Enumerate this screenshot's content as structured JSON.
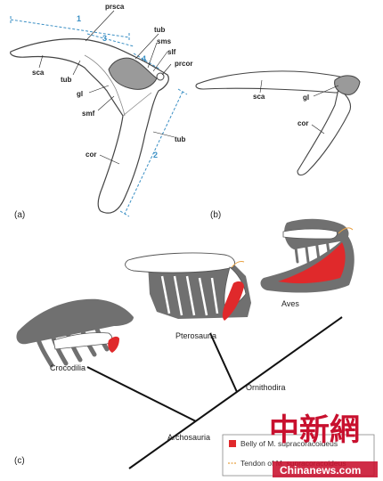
{
  "panel_a": {
    "tag": "(a)",
    "labels": {
      "prsca": "prsca",
      "tub_top": "tub",
      "sms": "sms",
      "slf": "slf",
      "prcor": "prcor",
      "sca": "sca",
      "tub_left": "tub",
      "gl": "gl",
      "smf": "smf",
      "tub_right": "tub",
      "cor": "cor"
    },
    "measure_numbers": [
      "1",
      "2",
      "3",
      "4"
    ]
  },
  "panel_b": {
    "tag": "(b)",
    "labels": {
      "sca": "sca",
      "gl": "gl",
      "cor": "cor"
    }
  },
  "panel_c": {
    "tag": "(c)",
    "taxa": {
      "crocodilia": "Crocodilia",
      "pterosauria": "Pterosauria",
      "aves": "Aves"
    },
    "nodes": {
      "ornithodira": "Ornithodira",
      "archosauria": "Archosauria"
    },
    "legend": {
      "belly": "Belly of M. supracoracoideus",
      "tendon": "Tendon of M. supracoracoideus",
      "belly_color": "#e0292b",
      "tendon_color": "#e8a040"
    }
  },
  "watermark": {
    "main": "中新網",
    "sub": "Chinanews.com"
  },
  "colors": {
    "glenoid": "#9a9a9a",
    "skeleton_dark": "#707070",
    "measure": "#3a8fc4"
  }
}
